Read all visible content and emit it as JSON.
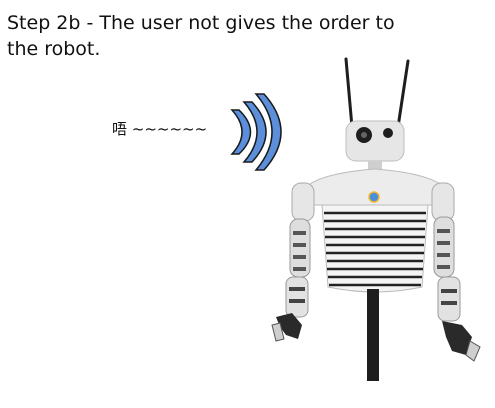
{
  "slide": {
    "caption": "Step 2b - The user not gives the order to the robot.",
    "utterance": "唔 ~~~~~~"
  },
  "colors": {
    "wave_fill": "#5b8fdc",
    "wave_stroke": "#1a1a1a",
    "robot_body": "#e6e6e6",
    "robot_dark": "#1e1e1e"
  },
  "icons": {
    "sound": "sound-waves-icon",
    "robot": "humanoid-robot-illustration"
  }
}
